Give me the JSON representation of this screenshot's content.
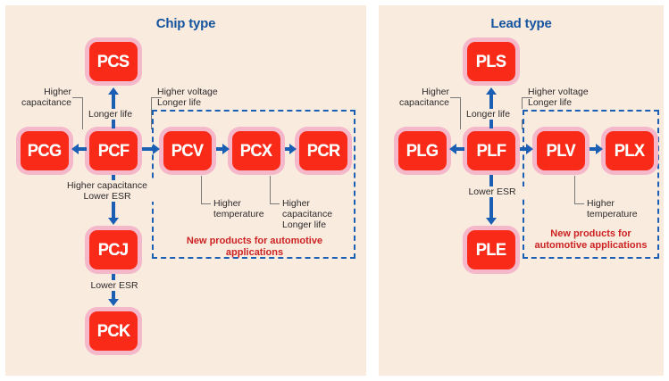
{
  "theme": {
    "page_background": "#ffffff",
    "panel_background": "#faebdf",
    "title_color": "#15549e",
    "node_border_color": "#f5b8cb",
    "node_fill_color": "#f92a17",
    "node_label_color": "#ffffff",
    "arrow_color": "#1a5fb4",
    "note_color": "#2b2b2b",
    "leader_color": "#7a7a7a",
    "dashed_border_color": "#1a5fb4",
    "automotive_caption_color": "#cc2222"
  },
  "panels": [
    {
      "id": "chip",
      "title": "Chip type",
      "nodes": [
        {
          "id": "pcs",
          "label": "PCS"
        },
        {
          "id": "pcg",
          "label": "PCG"
        },
        {
          "id": "pcf",
          "label": "PCF"
        },
        {
          "id": "pcv",
          "label": "PCV"
        },
        {
          "id": "pcx",
          "label": "PCX"
        },
        {
          "id": "pcr",
          "label": "PCR"
        },
        {
          "id": "pcj",
          "label": "PCJ"
        },
        {
          "id": "pck",
          "label": "PCK"
        }
      ],
      "notes": {
        "higher_capacitance_left": "Higher\ncapacitance",
        "longer_life_up": "Longer life",
        "higher_voltage_longer_life": "Higher voltage\nLonger life",
        "higher_capacitance_lower_esr": "Higher capacitance\nLower ESR",
        "lower_esr": "Lower ESR",
        "higher_temperature": "Higher\ntemperature",
        "higher_capacitance_longer_life": "Higher\ncapacitance\nLonger life"
      },
      "automotive_caption": "New products for automotive applications"
    },
    {
      "id": "lead",
      "title": "Lead type",
      "nodes": [
        {
          "id": "pls",
          "label": "PLS"
        },
        {
          "id": "plg",
          "label": "PLG"
        },
        {
          "id": "plf",
          "label": "PLF"
        },
        {
          "id": "plv",
          "label": "PLV"
        },
        {
          "id": "plx",
          "label": "PLX"
        },
        {
          "id": "ple",
          "label": "PLE"
        }
      ],
      "notes": {
        "higher_capacitance_left": "Higher\ncapacitance",
        "longer_life_up": "Longer life",
        "higher_voltage_longer_life": "Higher voltage\nLonger life",
        "lower_esr": "Lower ESR",
        "higher_temperature": "Higher\ntemperature"
      },
      "automotive_caption": "New products for\nautomotive applications"
    }
  ]
}
